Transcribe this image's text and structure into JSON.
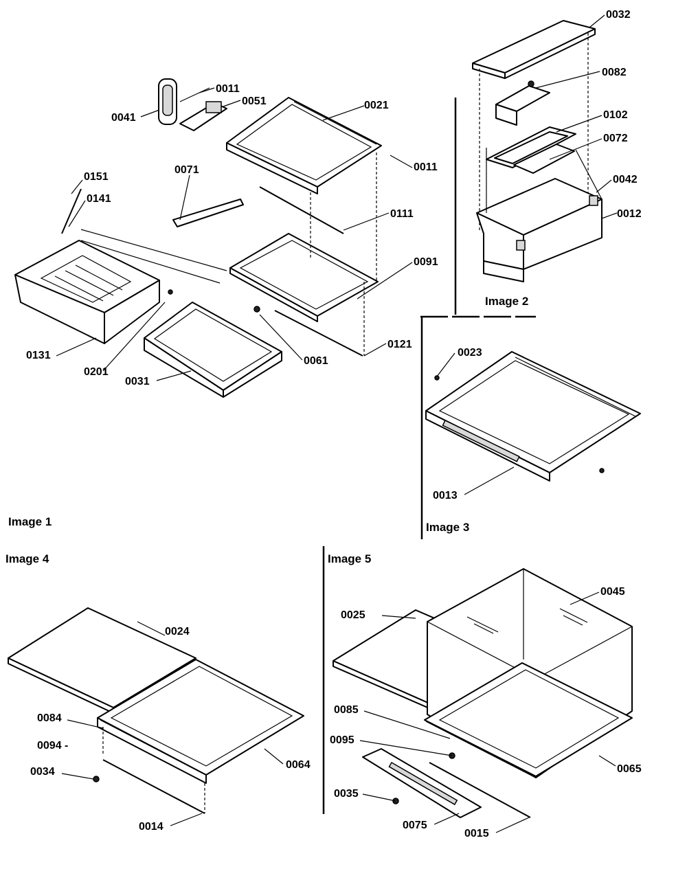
{
  "captions": {
    "image1": "Image 1",
    "image2": "Image 2",
    "image3": "Image 3",
    "image4": "Image 4",
    "image5": "Image 5"
  },
  "labels": {
    "p0032": "0032",
    "p0082": "0082",
    "p0102": "0102",
    "p0072": "0072",
    "p0042": "0042",
    "p0012": "0012",
    "p0011a": "0011",
    "p0051a": "0051",
    "p0041": "0041",
    "p0021": "0021",
    "p0011b": "0011",
    "p0071": "0071",
    "p0111": "0111",
    "p0151": "0151",
    "p0141": "0141",
    "p0091": "0091",
    "p0131": "0131",
    "p0201": "0201",
    "p0031": "0031",
    "p0061": "0061",
    "p0121": "0121",
    "p0023": "0023",
    "p0013": "0013",
    "p0024": "0024",
    "p0084": "0084",
    "p0094": "0094 -",
    "p0034": "0034",
    "p0064": "0064",
    "p0014": "0014",
    "p0025": "0025",
    "p0045": "0045",
    "p0085": "0085",
    "p0095": "0095",
    "p0035": "0035",
    "p0075": "0075",
    "p0015": "0015",
    "p0065": "0065"
  }
}
